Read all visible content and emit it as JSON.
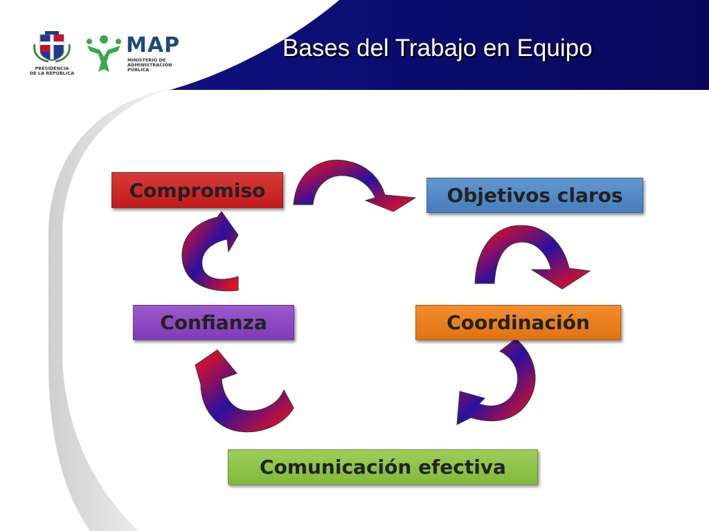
{
  "title": "Bases del Trabajo en Equipo",
  "logos": {
    "presidencia": {
      "line1": "PRESIDENCIA",
      "line2": "DE LA REPÚBLICA"
    },
    "map": {
      "word": "MAP",
      "line1": "MINISTERIO DE",
      "line2": "ADMINISTRACIÓN",
      "line3": "PÚBLICA"
    }
  },
  "nodes": [
    {
      "id": "compromiso",
      "label": "Compromiso",
      "color": "#d01c1c",
      "text_color": "#222222"
    },
    {
      "id": "objetivos",
      "label": "Objetivos claros",
      "color": "#4a86c8",
      "text_color": "#222222"
    },
    {
      "id": "coordinacion",
      "label": "Coordinación",
      "color": "#f07b10",
      "text_color": "#222222"
    },
    {
      "id": "comunicacion",
      "label": "Comunicación efectiva",
      "color": "#8bc63e",
      "text_color": "#222222"
    },
    {
      "id": "confianza",
      "label": "Confianza",
      "color": "#8a3fc4",
      "text_color": "#222222"
    }
  ],
  "edges": [
    {
      "from": "compromiso",
      "to": "objetivos"
    },
    {
      "from": "objetivos",
      "to": "coordinacion"
    },
    {
      "from": "coordinacion",
      "to": "comunicacion"
    },
    {
      "from": "comunicacion",
      "to": "confianza"
    },
    {
      "from": "confianza",
      "to": "compromiso"
    }
  ],
  "colors": {
    "banner": "#0c0c6a",
    "arrow_start": "#ff1010",
    "arrow_end": "#2a10a0"
  }
}
